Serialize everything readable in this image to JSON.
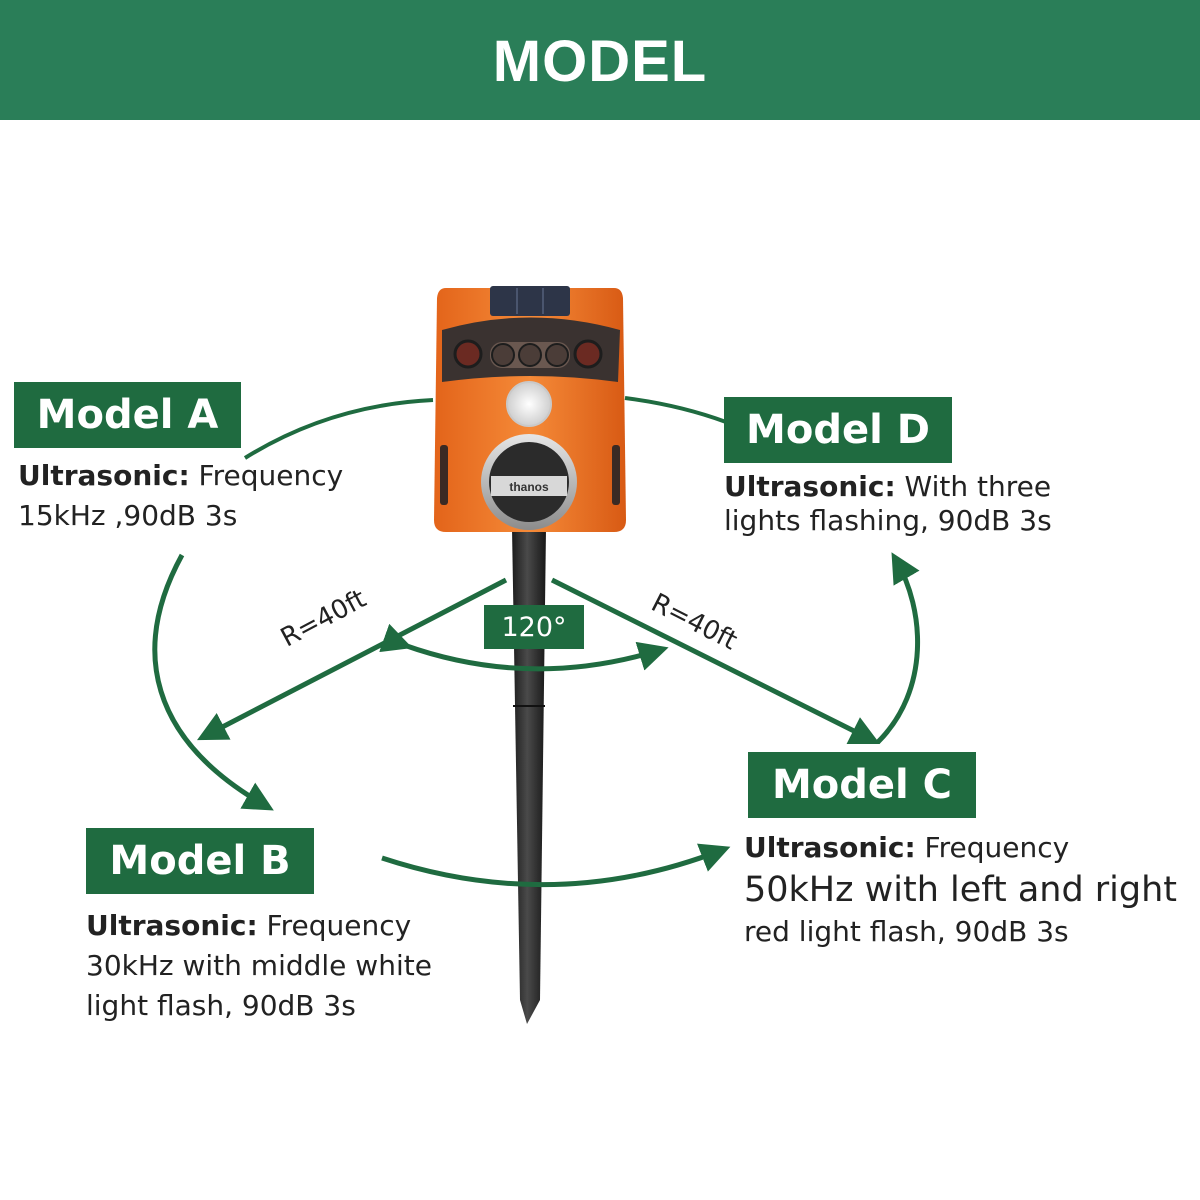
{
  "header": {
    "title": "MODEL"
  },
  "colors": {
    "header_bg": "#2a7e58",
    "badge_bg": "#1f6b40",
    "arrow": "#1f6b40",
    "device_orange": "#f07a28",
    "stake": "#2d2d2d"
  },
  "device": {
    "brand": "thanos"
  },
  "angle_label": "120°",
  "range_left": "R=40ft",
  "range_right": "R=40ft",
  "models": {
    "a": {
      "title": "Model A",
      "prefix": "Ultrasonic:",
      "line1": " Frequency",
      "line2": "15kHz ,90dB 3s"
    },
    "b": {
      "title": "Model B",
      "prefix": "Ultrasonic:",
      "line1": " Frequency",
      "line2": "30kHz with middle white",
      "line3": "light flash, 90dB 3s"
    },
    "c": {
      "title": "Model C",
      "prefix": "Ultrasonic:",
      "line1": " Frequency",
      "line2": "50kHz with left and right",
      "line3": "red light flash, 90dB 3s"
    },
    "d": {
      "title": "Model D",
      "prefix": "Ultrasonic:",
      "line1": " With three",
      "line2": "lights flashing, 90dB 3s"
    }
  }
}
